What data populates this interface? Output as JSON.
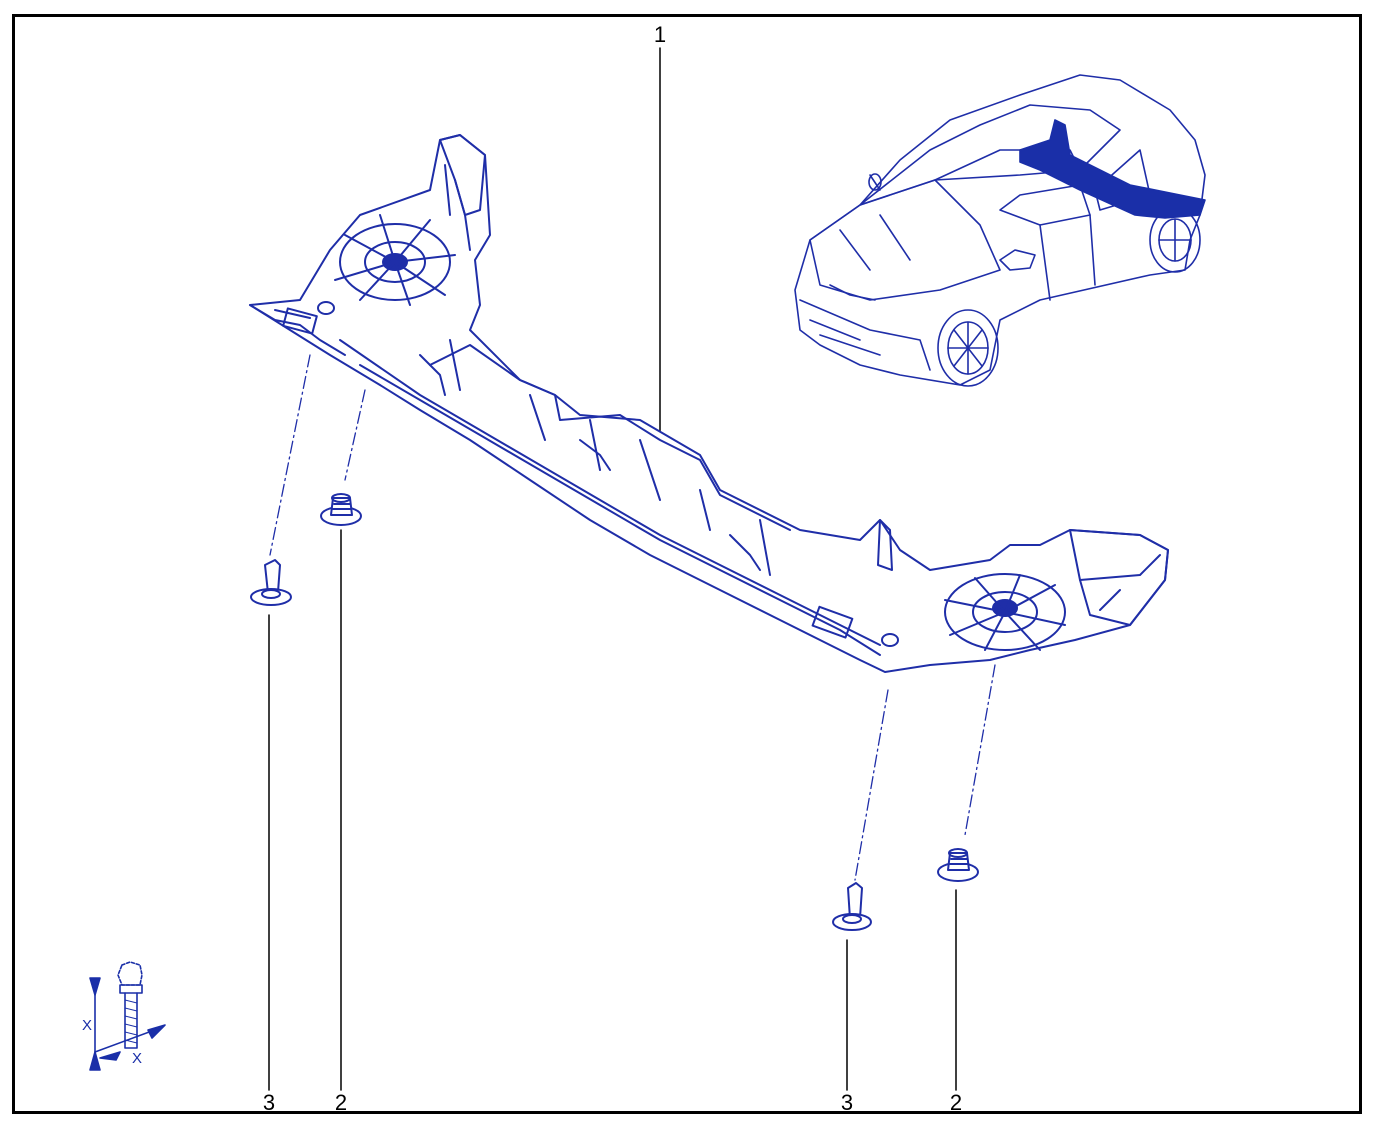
{
  "diagram": {
    "line_color": "#1f2ea8",
    "part_fill": "#ffffff",
    "highlight_color": "#1a2fa8",
    "callouts": [
      {
        "id": "c1",
        "label": "1"
      },
      {
        "id": "c3a",
        "label": "3"
      },
      {
        "id": "c2a",
        "label": "2"
      },
      {
        "id": "c3b",
        "label": "3"
      },
      {
        "id": "c2b",
        "label": "2"
      }
    ],
    "dimension_label_1": "X",
    "dimension_label_2": "X"
  }
}
